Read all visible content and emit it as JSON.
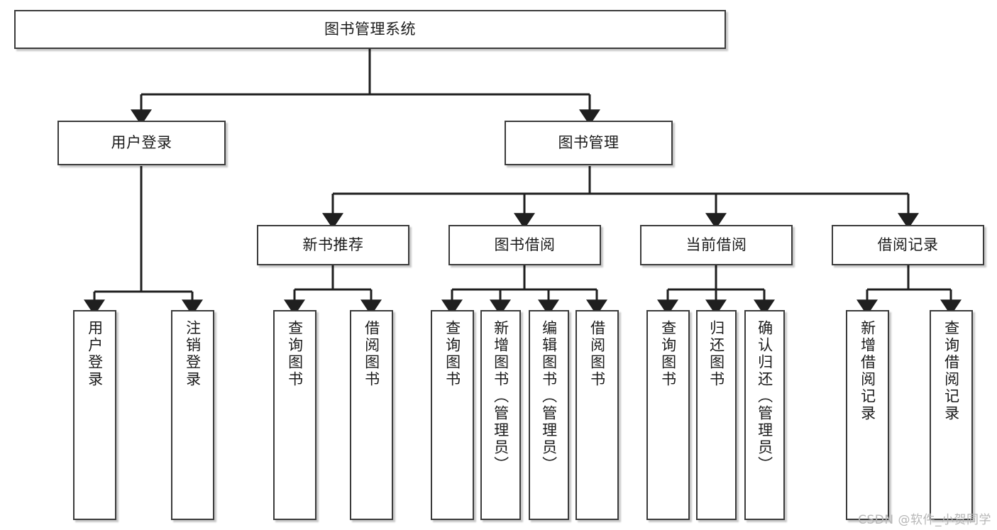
{
  "diagram": {
    "title": "图书管理系统",
    "type": "tree",
    "orientation": "top-down",
    "colors": {
      "box_border": "#3b3b3b",
      "box_fill": "#ffffff",
      "connector": "#1f1f1f",
      "text": "#1b1b1b",
      "watermark": "#b6b6b6"
    },
    "nodes": {
      "root": {
        "label": "图书管理系统",
        "level": 0
      },
      "l1": [
        {
          "id": "user_login",
          "label": "用户登录"
        },
        {
          "id": "book_manage",
          "label": "图书管理"
        }
      ],
      "l2": [
        {
          "id": "new_book_rec",
          "label": "新书推荐",
          "parent": "book_manage"
        },
        {
          "id": "book_borrow",
          "label": "图书借阅",
          "parent": "book_manage"
        },
        {
          "id": "current_borrow",
          "label": "当前借阅",
          "parent": "book_manage"
        },
        {
          "id": "borrow_record",
          "label": "借阅记录",
          "parent": "book_manage"
        }
      ],
      "leaves": [
        {
          "id": "leaf_user_login",
          "label": "用户登录",
          "parent": "user_login"
        },
        {
          "id": "leaf_logout",
          "label": "注销登录",
          "parent": "user_login"
        },
        {
          "id": "leaf_query_book_1",
          "label": "查询图书",
          "parent": "new_book_rec"
        },
        {
          "id": "leaf_borrow_book_1",
          "label": "借阅图书",
          "parent": "new_book_rec"
        },
        {
          "id": "leaf_query_book_2",
          "label": "查询图书",
          "parent": "book_borrow"
        },
        {
          "id": "leaf_add_book",
          "label": "新增图书（管理员）",
          "parent": "book_borrow"
        },
        {
          "id": "leaf_edit_book",
          "label": "编辑图书（管理员）",
          "parent": "book_borrow"
        },
        {
          "id": "leaf_borrow_book_2",
          "label": "借阅图书",
          "parent": "book_borrow"
        },
        {
          "id": "leaf_query_book_3",
          "label": "查询图书",
          "parent": "current_borrow"
        },
        {
          "id": "leaf_return_book",
          "label": "归还图书",
          "parent": "current_borrow"
        },
        {
          "id": "leaf_confirm_return",
          "label": "确认归还（管理员）",
          "parent": "current_borrow"
        },
        {
          "id": "leaf_add_record",
          "label": "新增借阅记录",
          "parent": "borrow_record"
        },
        {
          "id": "leaf_query_record",
          "label": "查询借阅记录",
          "parent": "borrow_record"
        }
      ]
    },
    "watermark": "CSDN @软件_小贺同学"
  }
}
